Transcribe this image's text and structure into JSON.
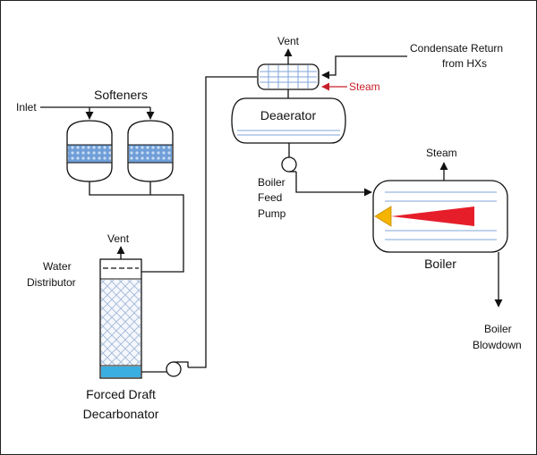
{
  "labels": {
    "inlet": "Inlet",
    "softeners": "Softeners",
    "vent_decarb": "Vent",
    "water_distributor_line1": "Water",
    "water_distributor_line2": "Distributor",
    "decarb_line1": "Forced Draft",
    "decarb_line2": "Decarbonator",
    "vent_deaerator": "Vent",
    "condensate_line1": "Condensate Return",
    "condensate_line2": "from HXs",
    "steam_in": "Steam",
    "deaerator": "Deaerator",
    "bfp_line1": "Boiler",
    "bfp_line2": "Feed",
    "bfp_line3": "Pump",
    "steam_out": "Steam",
    "boiler": "Boiler",
    "blowdown_line1": "Boiler",
    "blowdown_line2": "Blowdown"
  },
  "colors": {
    "steam": "#c8202a",
    "resin": "#6f9ed8",
    "decarb_base": "#3aaee0",
    "packing": "#9fb6d6",
    "deaerator_water": "#7fa5d8",
    "flame_outer": "#f4b400",
    "flame_inner": "#e61e2a"
  }
}
